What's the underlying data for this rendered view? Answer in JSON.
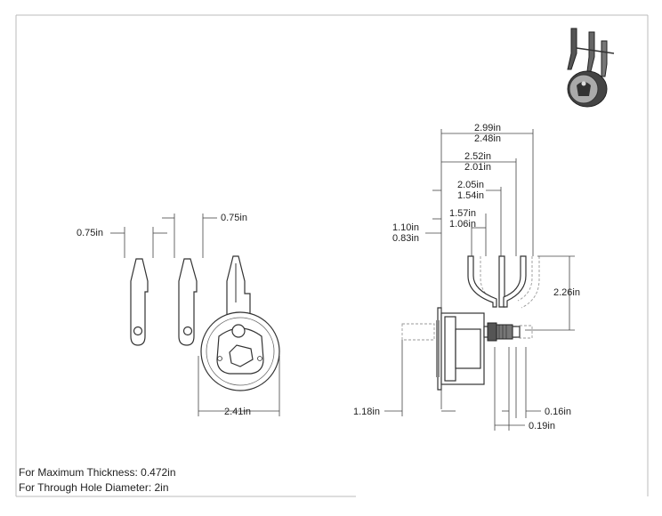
{
  "notes": {
    "thickness": "For Maximum Thickness: 0.472in",
    "hole": "For Through Hole Diameter: 2in"
  },
  "left_view": {
    "dim_left": "0.75in",
    "dim_right": "0.75in",
    "dim_width": "2.41in"
  },
  "side_view": {
    "d1_top": "2.99in",
    "d1_bot": "2.48in",
    "d2_top": "2.52in",
    "d2_bot": "2.01in",
    "d3_top": "2.05in",
    "d3_bot": "1.54in",
    "d4_top": "1.57in",
    "d4_bot": "1.06in",
    "d5_top": "1.10in",
    "d5_bot": "0.83in",
    "height": "2.26in",
    "flange": "1.18in",
    "d_016": "0.16in",
    "d_019": "0.19in"
  },
  "thumbnail": {
    "icon": "lock-iso-thumbnail-icon"
  },
  "colors": {
    "line": "#333333",
    "ghost": "#999999",
    "frame": "#bbbbbb"
  }
}
